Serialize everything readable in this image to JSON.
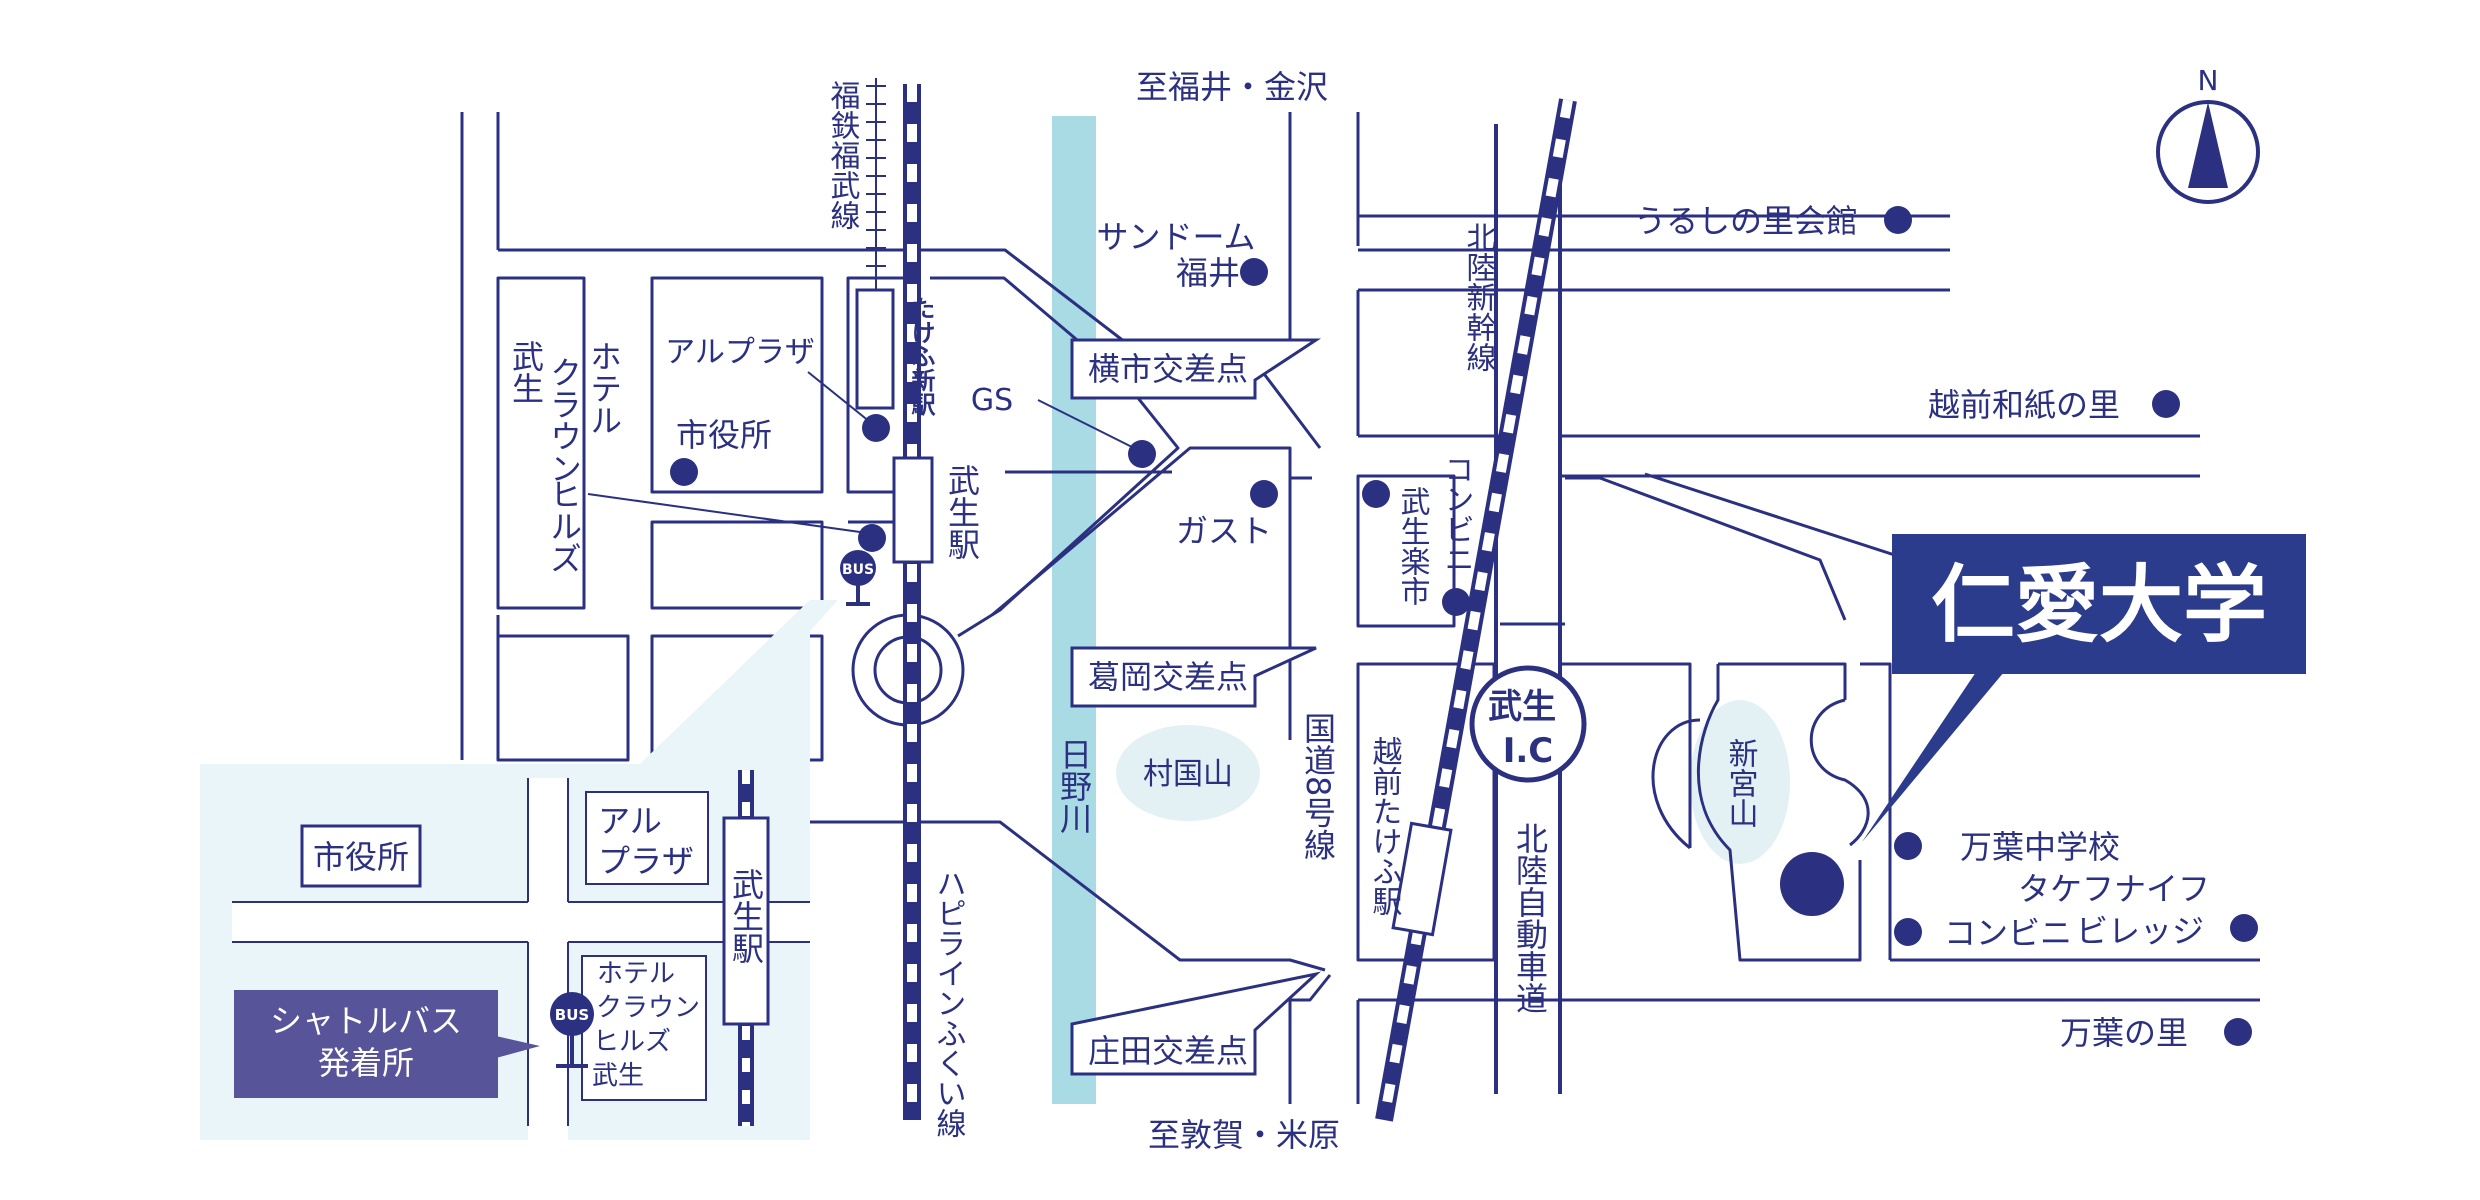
{
  "colors": {
    "road": "#2b3180",
    "river": "#a9dbe5",
    "inset_bg": "#e9f5f8",
    "hill_fill": "#e3f1f5",
    "university_bg": "#2b3c8c",
    "shuttle_bg": "#58549a"
  },
  "compass": {
    "label": "N"
  },
  "directions": {
    "north": "至福井・金沢",
    "south": "至敦賀・米原"
  },
  "railways": {
    "fukutetsu_line": "福鉄福武線",
    "hapiline": "ハピラインふくい線",
    "hokuriku_shinkansen": "北陸新幹線"
  },
  "stations": {
    "takefu_shin": "たけふ新駅",
    "takefu": "武生駅",
    "echizen_takefu": "越前たけふ駅"
  },
  "roads": {
    "route8": "国道8号線",
    "expressway": "北陸自動車道"
  },
  "interchange": {
    "line1": "武生",
    "line2": "I.C"
  },
  "intersections": {
    "yokoichi": "横市交差点",
    "kuzuoka": "葛岡交差点",
    "shoda": "庄田交差点"
  },
  "river": "日野川",
  "hills": {
    "muraguniyama": "村国山",
    "shingusan": "新宮山"
  },
  "landmarks": {
    "sundome": [
      "サンドーム",
      "福井"
    ],
    "alplaza": "アルプラザ",
    "city_hall": "市役所",
    "hotel": [
      "ホテル",
      "クラウン",
      "ヒルズ",
      "武生"
    ],
    "gs": "GS",
    "gusto": "ガスト",
    "convenience": "コンビニ",
    "takefu_rakuichi": "武生楽市",
    "urushi_hall": "うるしの里会館",
    "washi": "越前和紙の里",
    "manyo_jhs": "万葉中学校",
    "knife_village": [
      "タケフナイフ",
      "ビレッジ"
    ],
    "convenience2": "コンビニ",
    "manyo_sato": "万葉の里"
  },
  "university": "仁愛大学",
  "bus_sign": "BUS",
  "inset": {
    "city_hall": "市役所",
    "alplaza": [
      "アル",
      "プラザ"
    ],
    "station": "武生駅",
    "hotel": [
      "ホテル",
      "クラウン",
      "ヒルズ",
      "武生"
    ],
    "shuttle": [
      "シャトルバス",
      "発着所"
    ]
  }
}
